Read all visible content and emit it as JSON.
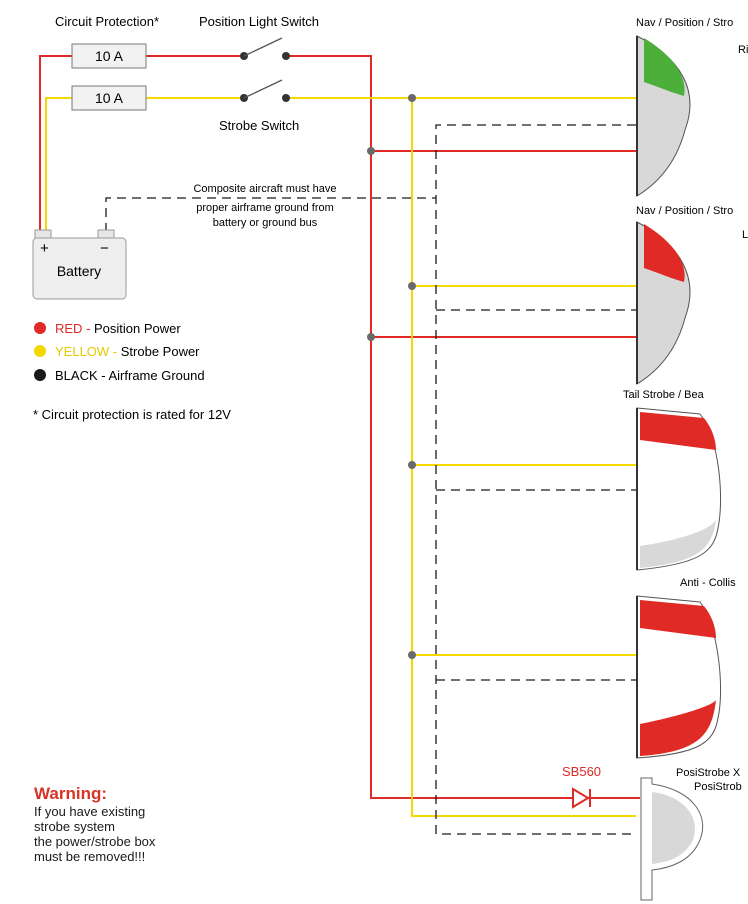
{
  "labels": {
    "circuit_protection": "Circuit Protection*",
    "position_switch": "Position Light Switch",
    "strobe_switch": "Strobe Switch",
    "fuse_top": "10 A",
    "fuse_bottom": "10 A",
    "battery": "Battery",
    "battery_plus": "+",
    "battery_minus": "−",
    "ground_note_1": "Composite aircraft must have",
    "ground_note_2": "proper airframe ground from",
    "ground_note_3": "battery or ground bus",
    "footnote": "* Circuit protection is rated for 12V",
    "diode": "SB560"
  },
  "legend": [
    {
      "color": "#e02a26",
      "key": "RED",
      "sep": " - ",
      "desc": "Position Power"
    },
    {
      "color": "#f4d800",
      "key": "YELLOW",
      "sep": " - ",
      "desc": "Strobe Power"
    },
    {
      "color": "#1a1a1a",
      "key": "BLACK",
      "sep": " - ",
      "desc": "Airframe Ground"
    }
  ],
  "lights": [
    {
      "title": "Nav / Position / Stro",
      "subtitle": "Ri",
      "accent": "#4caf3a"
    },
    {
      "title": "Nav / Position / Stro",
      "subtitle": "L",
      "accent": "#e02a26"
    },
    {
      "title": "Tail Strobe / Bea",
      "subtitle": "",
      "accent": "#e02a26"
    },
    {
      "title": "Anti - Collis",
      "subtitle": "",
      "accent": "#e02a26"
    },
    {
      "title": "PosiStrobe X",
      "subtitle": "PosiStrob",
      "accent": "#d8d8d8"
    }
  ],
  "warning": {
    "title": "Warning:",
    "lines": [
      "If you have existing",
      "strobe system",
      "the power/strobe box",
      "must be removed!!!"
    ]
  },
  "colors": {
    "red": "#e02a26",
    "yellow": "#f4d800",
    "black": "#1a1a1a",
    "lamp_white": "#d8d8d8"
  }
}
